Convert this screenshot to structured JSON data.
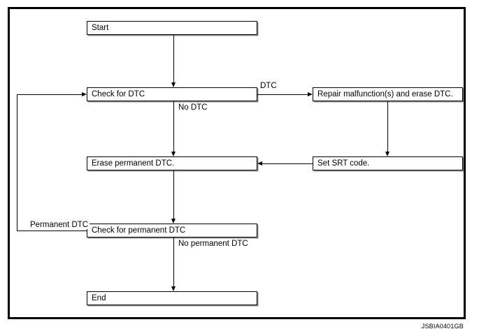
{
  "figure": {
    "code": "JSBIA0401GB",
    "type": "flowchart",
    "orientation": "top-to-bottom"
  },
  "nodes": [
    {
      "id": "start",
      "label": "Start"
    },
    {
      "id": "check_dtc",
      "label": "Check for DTC"
    },
    {
      "id": "repair",
      "label": "Repair malfunction(s) and erase DTC."
    },
    {
      "id": "erase_perm",
      "label": "Erase permanent DTC."
    },
    {
      "id": "set_srt",
      "label": "Set SRT code."
    },
    {
      "id": "check_perm",
      "label": "Check for permanent DTC"
    },
    {
      "id": "end",
      "label": "End"
    }
  ],
  "edge_labels": {
    "dtc": "DTC",
    "no_dtc": "No DTC",
    "permanent_dtc": "Permanent DTC",
    "no_permanent_dtc": "No permanent DTC"
  },
  "colors": {
    "line": "#000000",
    "box_fill": "#ffffff",
    "text": "#000000",
    "frame": "#000000"
  }
}
